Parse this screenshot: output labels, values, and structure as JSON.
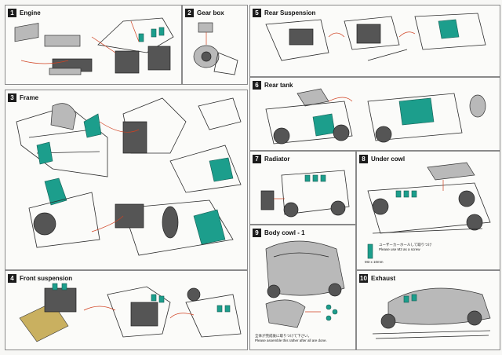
{
  "steps": [
    {
      "number": "1",
      "title": "Engine"
    },
    {
      "number": "2",
      "title": "Gear box"
    },
    {
      "number": "3",
      "title": "Frame"
    },
    {
      "number": "4",
      "title": "Front suspension"
    },
    {
      "number": "5",
      "title": "Rear Suspension"
    },
    {
      "number": "6",
      "title": "Rear tank"
    },
    {
      "number": "7",
      "title": "Radiator"
    },
    {
      "number": "8",
      "title": "Under cowl"
    },
    {
      "number": "9",
      "title": "Body cowl - 1"
    },
    {
      "number": "10",
      "title": "Exhaust"
    }
  ],
  "notes": {
    "under_cowl_jp": "ユーザーカーホールして取りつけ",
    "under_cowl_en": "Please use M3 as a screw",
    "under_cowl_part": "M3 x 10mm",
    "body_cowl_jp": "全体が完成後に取りつけて下さい。",
    "body_cowl_en": "Please assemble this rather after all are done."
  }
}
